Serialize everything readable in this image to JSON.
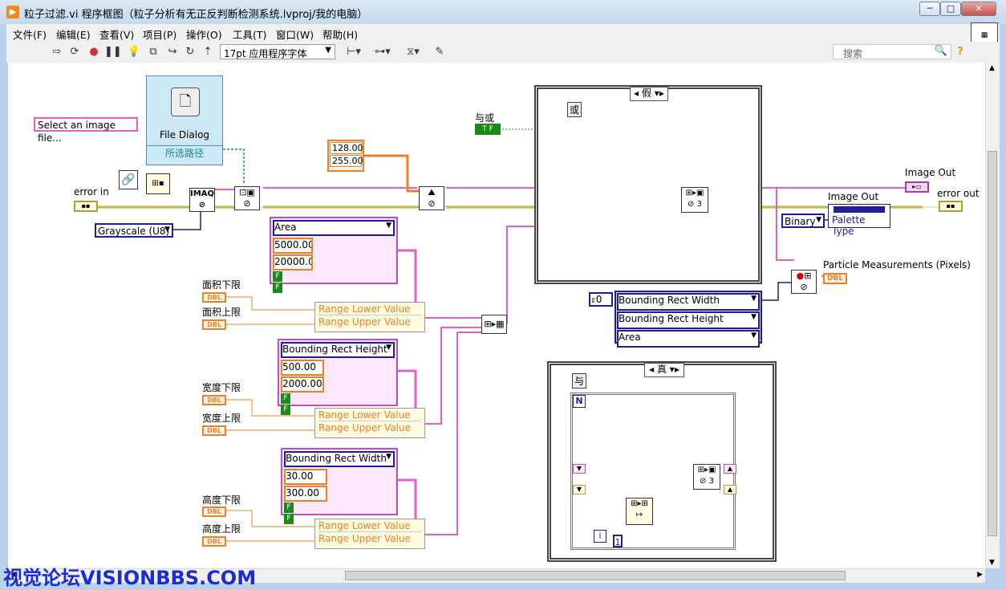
{
  "window": {
    "title": "粒子过滤.vi 程序框图（粒子分析有无正反判断检测系统.lvproj/我的电脑）",
    "controls": {
      "minimize": "─",
      "maximize": "□",
      "close": "✕"
    }
  },
  "menu": [
    "文件(F)",
    "编辑(E)",
    "查看(V)",
    "项目(P)",
    "操作(O)",
    "工具(T)",
    "窗口(W)",
    "帮助(H)"
  ],
  "toolbar": {
    "font_select": "17pt 应用程序字体",
    "search_placeholder": "搜索",
    "help": "?"
  },
  "diagram": {
    "file_dialog": {
      "prompt": "Select an image file...",
      "title": "File Dialog",
      "output": "所选路径"
    },
    "error_in": "error in",
    "imaq": "IMAQ",
    "grayscale": "Grayscale (U8)",
    "threshold": {
      "low": "128.00",
      "high": "255.00"
    },
    "and_or": "与或",
    "bool_const": "T F",
    "case_false": {
      "selector": "假",
      "label": "或"
    },
    "case_true": {
      "selector": "真",
      "label": "与",
      "n": "N",
      "i": "i",
      "one": "1"
    },
    "image_out_1": "Image Out",
    "image_out_2": "Image Out",
    "error_out": "error out",
    "binary": "Binary",
    "palette_type": "Palette Type",
    "particle_measurements": "Particle Measurements (Pixels)",
    "dbl": "DBL",
    "measure_index": "0",
    "measure_list": [
      "Bounding Rect Width",
      "Bounding Rect Height",
      "Area"
    ],
    "filters": [
      {
        "param": "Area",
        "lower": "5000.00",
        "upper": "20000.00"
      },
      {
        "param": "Bounding Rect Height",
        "lower": "500.00",
        "upper": "2000.00"
      },
      {
        "param": "Bounding Rect Width",
        "lower": "30.00",
        "upper": "300.00"
      }
    ],
    "limits": [
      {
        "low": "面积下限",
        "high": "面积上限"
      },
      {
        "low": "宽度下限",
        "high": "宽度上限"
      },
      {
        "low": "高度下限",
        "high": "高度上限"
      }
    ],
    "range_lower": "Range Lower Value",
    "range_upper": "Range Upper Value",
    "bool_f": "F"
  },
  "watermark": "视觉论坛VISIONBBS.COM",
  "colors": {
    "pink_wire": "#e060c8",
    "orange_wire": "#e8822a",
    "yellow_wire": "#a8a428",
    "blue_wire": "#1e1e96",
    "green": "#1a8a1a"
  }
}
